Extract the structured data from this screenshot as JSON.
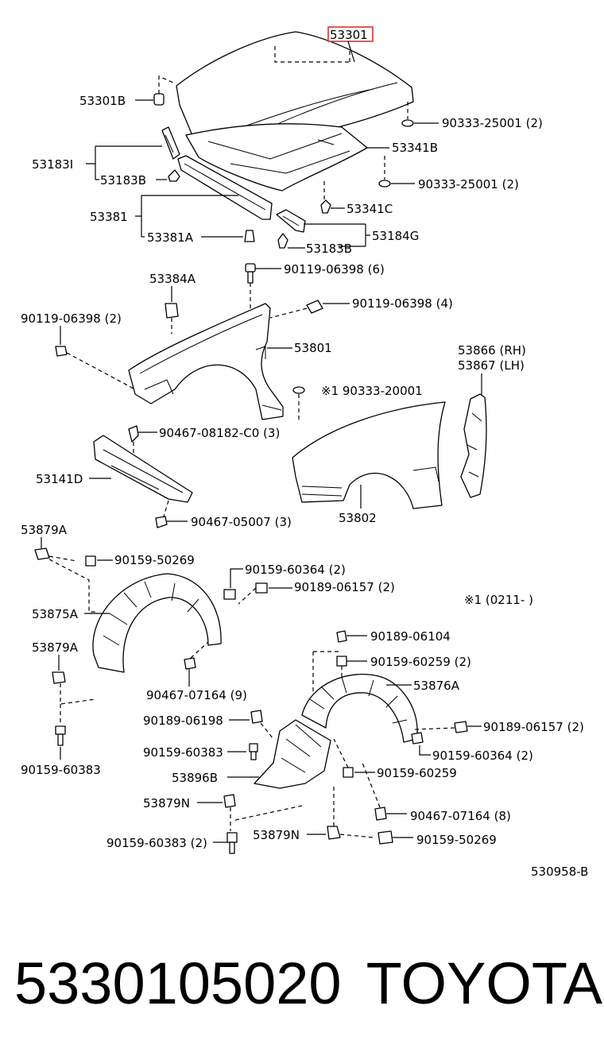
{
  "labels": {
    "hood": "53301",
    "hood_cushion": "53301B",
    "clip_25001_top": "90333-25001 (2)",
    "hood_insulator": "53341B",
    "hinge_set": "53183I",
    "hinge_b_left": "53183B",
    "clip_25001_mid": "90333-25001 (2)",
    "seal_set": "53381",
    "clip_53341c": "53341C",
    "seal_a": "53381A",
    "hinge_b_right": "53183B",
    "hinge_g": "53184G",
    "bolt_06398_6": "90119-06398 (6)",
    "retainer_53384a": "53384A",
    "bolt_06398_4": "90119-06398 (4)",
    "bolt_06398_2": "90119-06398 (2)",
    "fender_rh": "53801",
    "splash_rh": "53866 (RH)",
    "splash_lh": "53867 (LH)",
    "clip_20001": "※1 90333-20001",
    "screw_08182": "90467-08182-C0 (3)",
    "apron_53141d": "53141D",
    "screw_05007": "90467-05007 (3)",
    "fender_lh": "53802",
    "retainer_53879a_top": "53879A",
    "bolt_50269_top": "90159-50269",
    "bolt_60364_top": "90159-60364 (2)",
    "bolt_06157_top": "90189-06157 (2)",
    "liner_53875a": "53875A",
    "note_range": "※1 (0211-      )",
    "retainer_53879a_mid": "53879A",
    "nut_06104": "90189-06104",
    "bolt_60259_2": "90159-60259 (2)",
    "screw_07164_9": "90467-07164 (9)",
    "liner_53876a": "53876A",
    "nut_06198": "90189-06198",
    "bolt_06157_right": "90189-06157 (2)",
    "bolt_60383_a": "90159-60383",
    "bolt_60364_right": "90159-60364 (2)",
    "bolt_60383_left": "90159-60383",
    "shield_53896b": "53896B",
    "bolt_60259_single": "90159-60259",
    "retainer_53879n_left": "53879N",
    "screw_07164_8": "90467-07164 (8)",
    "bolt_60383_2": "90159-60383 (2)",
    "retainer_53879n_right": "53879N",
    "bolt_50269_bottom": "90159-50269",
    "diagram_id": "530958-B"
  },
  "footer": {
    "part_number": "5330105020",
    "brand": "TOYOTA"
  },
  "colors": {
    "highlight": "#e03030",
    "line": "#000000",
    "background": "#ffffff"
  }
}
